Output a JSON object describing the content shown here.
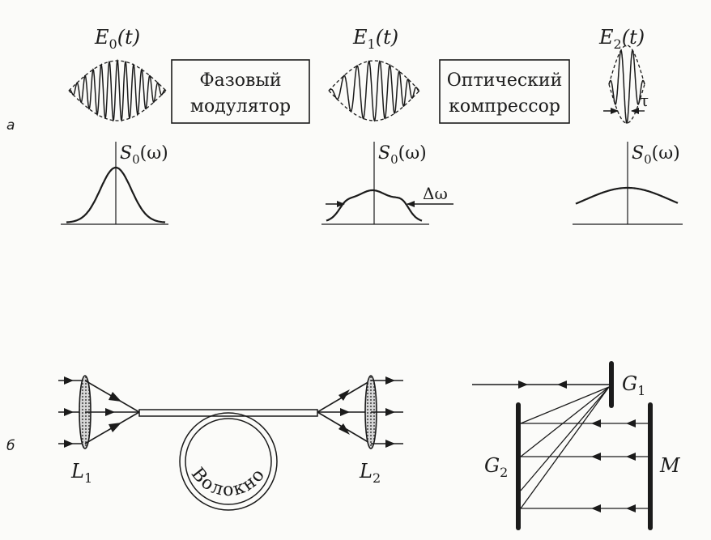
{
  "panel_labels": {
    "a": "а",
    "b": "б"
  },
  "pulses": [
    {
      "sym": "E",
      "sub": "0",
      "arg": "(t)"
    },
    {
      "sym": "E",
      "sub": "1",
      "arg": "(t)"
    },
    {
      "sym": "E",
      "sub": "2",
      "arg": "(t)"
    }
  ],
  "boxes": {
    "modulator": {
      "line1": "Фазовый",
      "line2": "модулятор"
    },
    "compressor": {
      "line1": "Оптический",
      "line2": "компрессор"
    }
  },
  "pulse_width": "τ",
  "spectra": [
    {
      "sym": "S",
      "sub": "0",
      "arg": "(ω)"
    },
    {
      "sym": "S",
      "sub": "0",
      "arg": "(ω)"
    },
    {
      "sym": "S",
      "sub": "0",
      "arg": "(ω)"
    }
  ],
  "bandwidth": "Δω",
  "lenses": [
    {
      "sym": "L",
      "sub": "1"
    },
    {
      "sym": "L",
      "sub": "2"
    }
  ],
  "fiber_label": "Волокно",
  "gratings": [
    {
      "sym": "G",
      "sub": "1"
    },
    {
      "sym": "G",
      "sub": "2"
    }
  ],
  "mirror": {
    "sym": "M"
  },
  "colors": {
    "ink": "#1b1b1b",
    "paper": "#fbfbf9",
    "lens_fill": "#9a9a9a"
  }
}
